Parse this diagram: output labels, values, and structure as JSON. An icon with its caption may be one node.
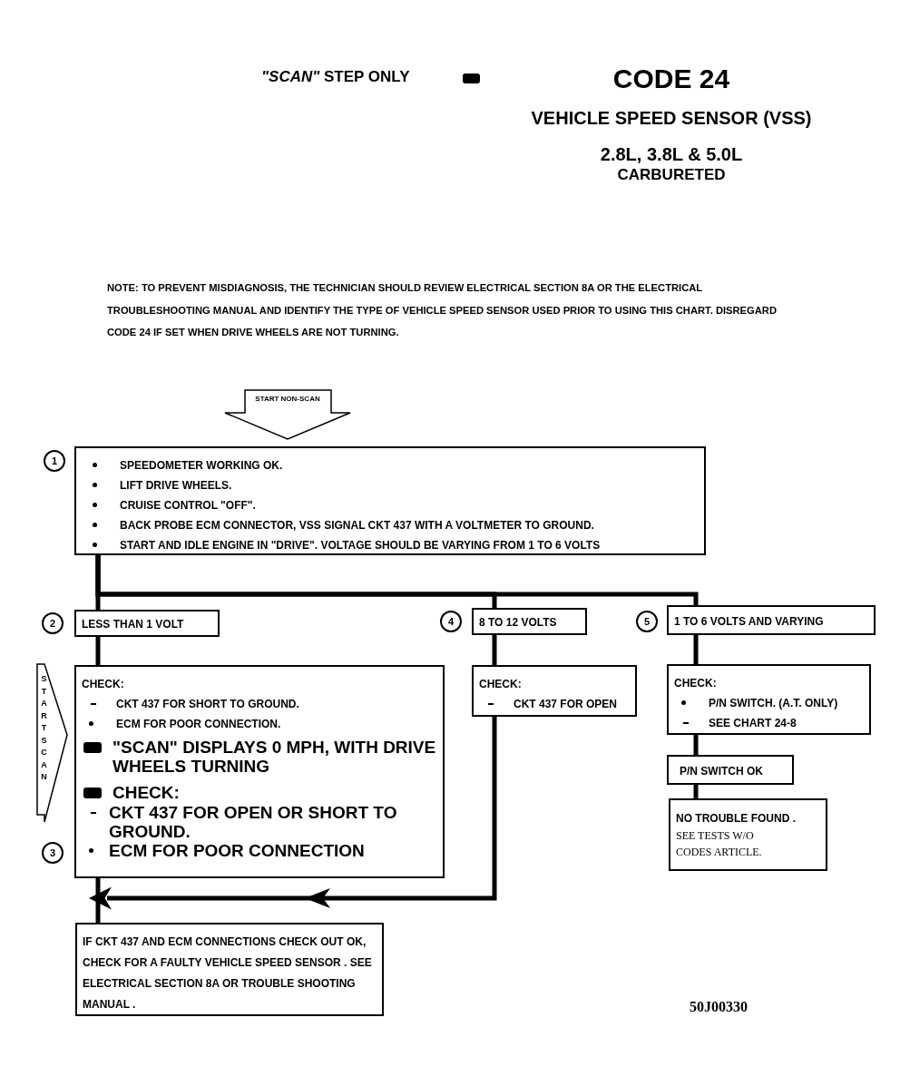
{
  "diagram": {
    "title": "CODE 24",
    "nodes": [
      {
        "text": [
          "START NON-SCAN"
        ]
      },
      {
        "text": [
          "SPEEDOMETER WORKING OK.",
          "LIFT DRIVE WHEELS.",
          "CRUISE CONTROL \"OFF\".",
          "BACK PROBE ECM CONNECTOR, VSS SIGNAL CKT 437  WITH A VOLTMETER TO GROUND.",
          "START AND IDLE ENGINE IN \"DRIVE\".  VOLTAGE SHOULD BE VARYING FROM 1 TO 6 VOLTS"
        ],
        "beside": [
          "1"
        ]
      },
      {
        "text": [
          "LESS THAN 1 VOLT"
        ],
        "beside": [
          "2"
        ]
      },
      {
        "text": [
          "8 TO 12 VOLTS"
        ],
        "beside": [
          "4"
        ]
      },
      {
        "text": [
          "1 TO 6 VOLTS AND VARYING"
        ],
        "beside": [
          "5"
        ]
      },
      {
        "text": [
          "CHECK:",
          "CKT 437 FOR SHORT TO GROUND.",
          "ECM FOR POOR CONNECTION.",
          "\"SCAN\" DISPLAYS 0 MPH, WITH DRIVE WHEELS TURNING",
          "CHECK:",
          "CKT 437 FOR OPEN OR SHORT TO GROUND.",
          "ECM FOR POOR CONNECTION"
        ],
        "beside": [
          "3"
        ]
      },
      {
        "text": [
          "START SCAN"
        ]
      },
      {
        "text": [
          "CHECK:",
          "CKT 437 FOR OPEN"
        ]
      },
      {
        "text": [
          "CHECK:",
          "P/N SWITCH. (A.T. ONLY)",
          "SEE CHART 24-8"
        ]
      },
      {
        "text": [
          "P/N SWITCH OK"
        ]
      },
      {
        "text": [
          "NO TROUBLE FOUND .",
          "SEE TESTS W/O CODES ARTICLE."
        ]
      },
      {
        "text": [
          "IF CKT 437  AND ECM CONNECTIONS CHECK OUT OK, CHECK FOR A FAULTY VEHICLE SPEED SENSOR . SEE ELECTRICAL SECTION 8A OR TROUBLE SHOOTING MANUAL ."
        ]
      }
    ],
    "edges": [
      {
        "from": 1,
        "to": 2,
        "arrow": "none"
      },
      {
        "from": 1,
        "to": 3,
        "arrow": "none"
      },
      {
        "from": 1,
        "to": 4,
        "arrow": "none"
      },
      {
        "from": 2,
        "to": 5,
        "arrow": "none"
      },
      {
        "from": 3,
        "to": 7,
        "arrow": "none"
      },
      {
        "from": 4,
        "to": 8,
        "arrow": "none"
      },
      {
        "from": 8,
        "to": 9,
        "arrow": "none"
      },
      {
        "from": 9,
        "to": 10,
        "arrow": "none"
      },
      {
        "from": 5,
        "to": 11,
        "arrow": "none"
      },
      {
        "from": 7,
        "to": 11,
        "arrow": "to"
      }
    ],
    "labels": [
      "*\"SCAN\"* STEP ONLY",
      "VEHICLE SPEED SENSOR (VSS)",
      "2.8L, 3.8L & 5.0L",
      "CARBURETED",
      "NOTE: TO PREVENT MISDIAGNOSIS, THE TECHNICIAN SHOULD REVIEW ELECTRICAL SECTION 8A OR THE ELECTRICAL TROUBLESHOOTING MANUAL AND IDENTIFY THE TYPE OF VEHICLE SPEED SENSOR USED PRIOR TO USING THIS CHART. DISREGARD CODE 24 IF SET WHEN DRIVE WHEELS ARE NOT TURNING.",
      "50J00330"
    ]
  }
}
